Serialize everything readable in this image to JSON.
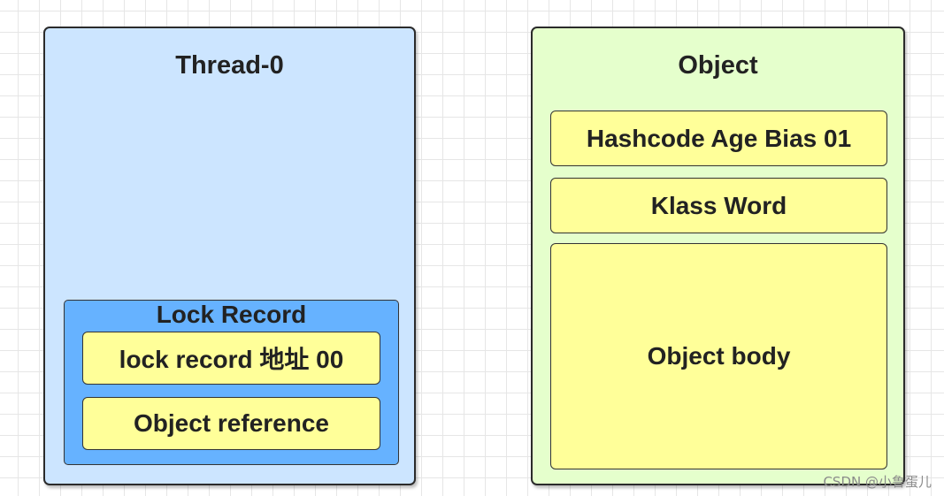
{
  "thread": {
    "title": "Thread-0",
    "lock_record": {
      "title": "Lock Record",
      "address": "lock  record 地址 00",
      "reference": "Object reference"
    },
    "fill_color": "#cce5ff",
    "lock_record_color": "#66b2ff"
  },
  "object": {
    "title": "Object",
    "header": "Hashcode Age Bias 01",
    "klass": "Klass Word",
    "body": "Object body",
    "fill_color": "#e5ffcc"
  },
  "cell_color": "#ffff99",
  "watermark": "CSDN @小鲁蛋儿"
}
